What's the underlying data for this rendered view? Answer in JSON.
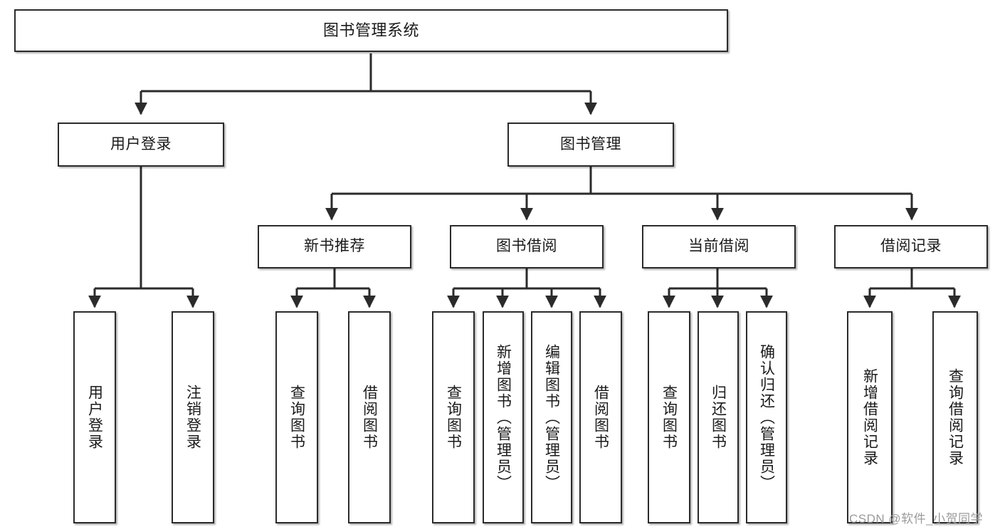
{
  "diagram": {
    "type": "tree-hierarchy",
    "title": "图书管理系统",
    "orientation": "top-down",
    "colors": {
      "box_border": "#2b2b2b",
      "box_fill": "#ffffff",
      "connector": "#2b2b2b",
      "background": "#ffffff",
      "watermark": "#9a9a9a"
    },
    "watermark": "CSDN @软件_小贺同学",
    "nodes": {
      "root": {
        "label": "图书管理系统",
        "level": 0
      },
      "user_login": {
        "label": "用户登录",
        "level": 1
      },
      "book_manage": {
        "label": "图书管理",
        "level": 1
      },
      "new_book_rec": {
        "label": "新书推荐",
        "level": 2
      },
      "book_borrow": {
        "label": "图书借阅",
        "level": 2
      },
      "current_borrow": {
        "label": "当前借阅",
        "level": 2
      },
      "borrow_record": {
        "label": "借阅记录",
        "level": 2
      },
      "leaf_user_login": {
        "label": "用户登录",
        "level": 2
      },
      "leaf_logout": {
        "label": "注销登录",
        "level": 2
      },
      "leaf_query_book_1": {
        "label": "查询图书",
        "level": 3
      },
      "leaf_borrow_book_1": {
        "label": "借阅图书",
        "level": 3
      },
      "leaf_query_book_2": {
        "label": "查询图书",
        "level": 3
      },
      "leaf_add_book_admin": {
        "label": "新增图书（管理员）",
        "level": 3
      },
      "leaf_edit_book_admin": {
        "label": "编辑图书（管理员）",
        "level": 3
      },
      "leaf_borrow_book_2": {
        "label": "借阅图书",
        "level": 3
      },
      "leaf_query_book_3": {
        "label": "查询图书",
        "level": 3
      },
      "leaf_return_book": {
        "label": "归还图书",
        "level": 3
      },
      "leaf_confirm_return_admin": {
        "label": "确认归还（管理员）",
        "level": 3
      },
      "leaf_add_borrow_record": {
        "label": "新增借阅记录",
        "level": 3
      },
      "leaf_query_borrow_record": {
        "label": "查询借阅记录",
        "level": 3
      }
    },
    "edges": [
      {
        "from": "root",
        "to": "user_login"
      },
      {
        "from": "root",
        "to": "book_manage"
      },
      {
        "from": "user_login",
        "to": "leaf_user_login"
      },
      {
        "from": "user_login",
        "to": "leaf_logout"
      },
      {
        "from": "book_manage",
        "to": "new_book_rec"
      },
      {
        "from": "book_manage",
        "to": "book_borrow"
      },
      {
        "from": "book_manage",
        "to": "current_borrow"
      },
      {
        "from": "book_manage",
        "to": "borrow_record"
      },
      {
        "from": "new_book_rec",
        "to": "leaf_query_book_1"
      },
      {
        "from": "new_book_rec",
        "to": "leaf_borrow_book_1"
      },
      {
        "from": "book_borrow",
        "to": "leaf_query_book_2"
      },
      {
        "from": "book_borrow",
        "to": "leaf_add_book_admin"
      },
      {
        "from": "book_borrow",
        "to": "leaf_edit_book_admin"
      },
      {
        "from": "book_borrow",
        "to": "leaf_borrow_book_2"
      },
      {
        "from": "current_borrow",
        "to": "leaf_query_book_3"
      },
      {
        "from": "current_borrow",
        "to": "leaf_return_book"
      },
      {
        "from": "current_borrow",
        "to": "leaf_confirm_return_admin"
      },
      {
        "from": "borrow_record",
        "to": "leaf_add_borrow_record"
      },
      {
        "from": "borrow_record",
        "to": "leaf_query_borrow_record"
      }
    ]
  }
}
